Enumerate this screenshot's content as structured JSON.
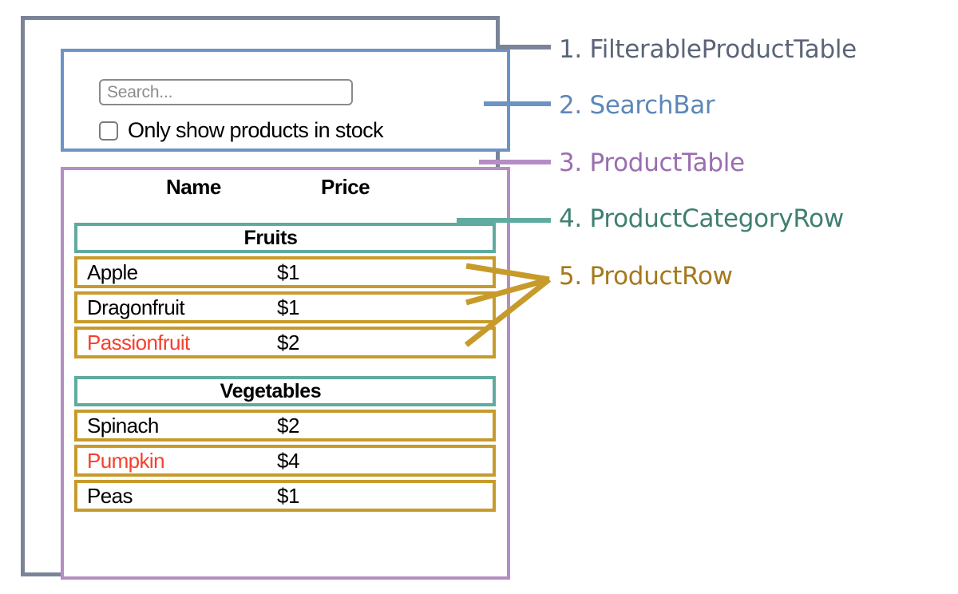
{
  "diagram": {
    "title": "FilterableProductTable component hierarchy",
    "colors": {
      "filterable_product_table": "#7a8499",
      "search_bar": "#6d93c4",
      "product_table": "#b58dc4",
      "product_category_row": "#5fab9f",
      "product_row": "#c79b2b",
      "out_of_stock_text": "#f4402e",
      "text": "#000000",
      "placeholder": "#8c8c8c"
    }
  },
  "search_bar": {
    "input_placeholder": "Search...",
    "input_value": "",
    "checkbox_label": "Only show products in stock",
    "checkbox_checked": false
  },
  "product_table": {
    "columns": [
      "Name",
      "Price"
    ],
    "groups": [
      {
        "category": "Fruits",
        "products": [
          {
            "name": "Apple",
            "price": "$1",
            "stocked": true
          },
          {
            "name": "Dragonfruit",
            "price": "$1",
            "stocked": true
          },
          {
            "name": "Passionfruit",
            "price": "$2",
            "stocked": false
          }
        ]
      },
      {
        "category": "Vegetables",
        "products": [
          {
            "name": "Spinach",
            "price": "$2",
            "stocked": true
          },
          {
            "name": "Pumpkin",
            "price": "$4",
            "stocked": false
          },
          {
            "name": "Peas",
            "price": "$1",
            "stocked": true
          }
        ]
      }
    ]
  },
  "legend": [
    {
      "number": "1.",
      "label": "FilterableProductTable",
      "text": "1. FilterableProductTable",
      "color": "#5b6478"
    },
    {
      "number": "2.",
      "label": "SearchBar",
      "text": "2. SearchBar",
      "color": "#5d87b8"
    },
    {
      "number": "3.",
      "label": "ProductTable",
      "text": "3. ProductTable",
      "color": "#9a6eb0"
    },
    {
      "number": "4.",
      "label": "ProductCategoryRow",
      "text": "4. ProductCategoryRow",
      "color": "#3f7f71"
    },
    {
      "number": "5.",
      "label": "ProductRow",
      "text": "5. ProductRow",
      "color": "#a5791b"
    }
  ]
}
